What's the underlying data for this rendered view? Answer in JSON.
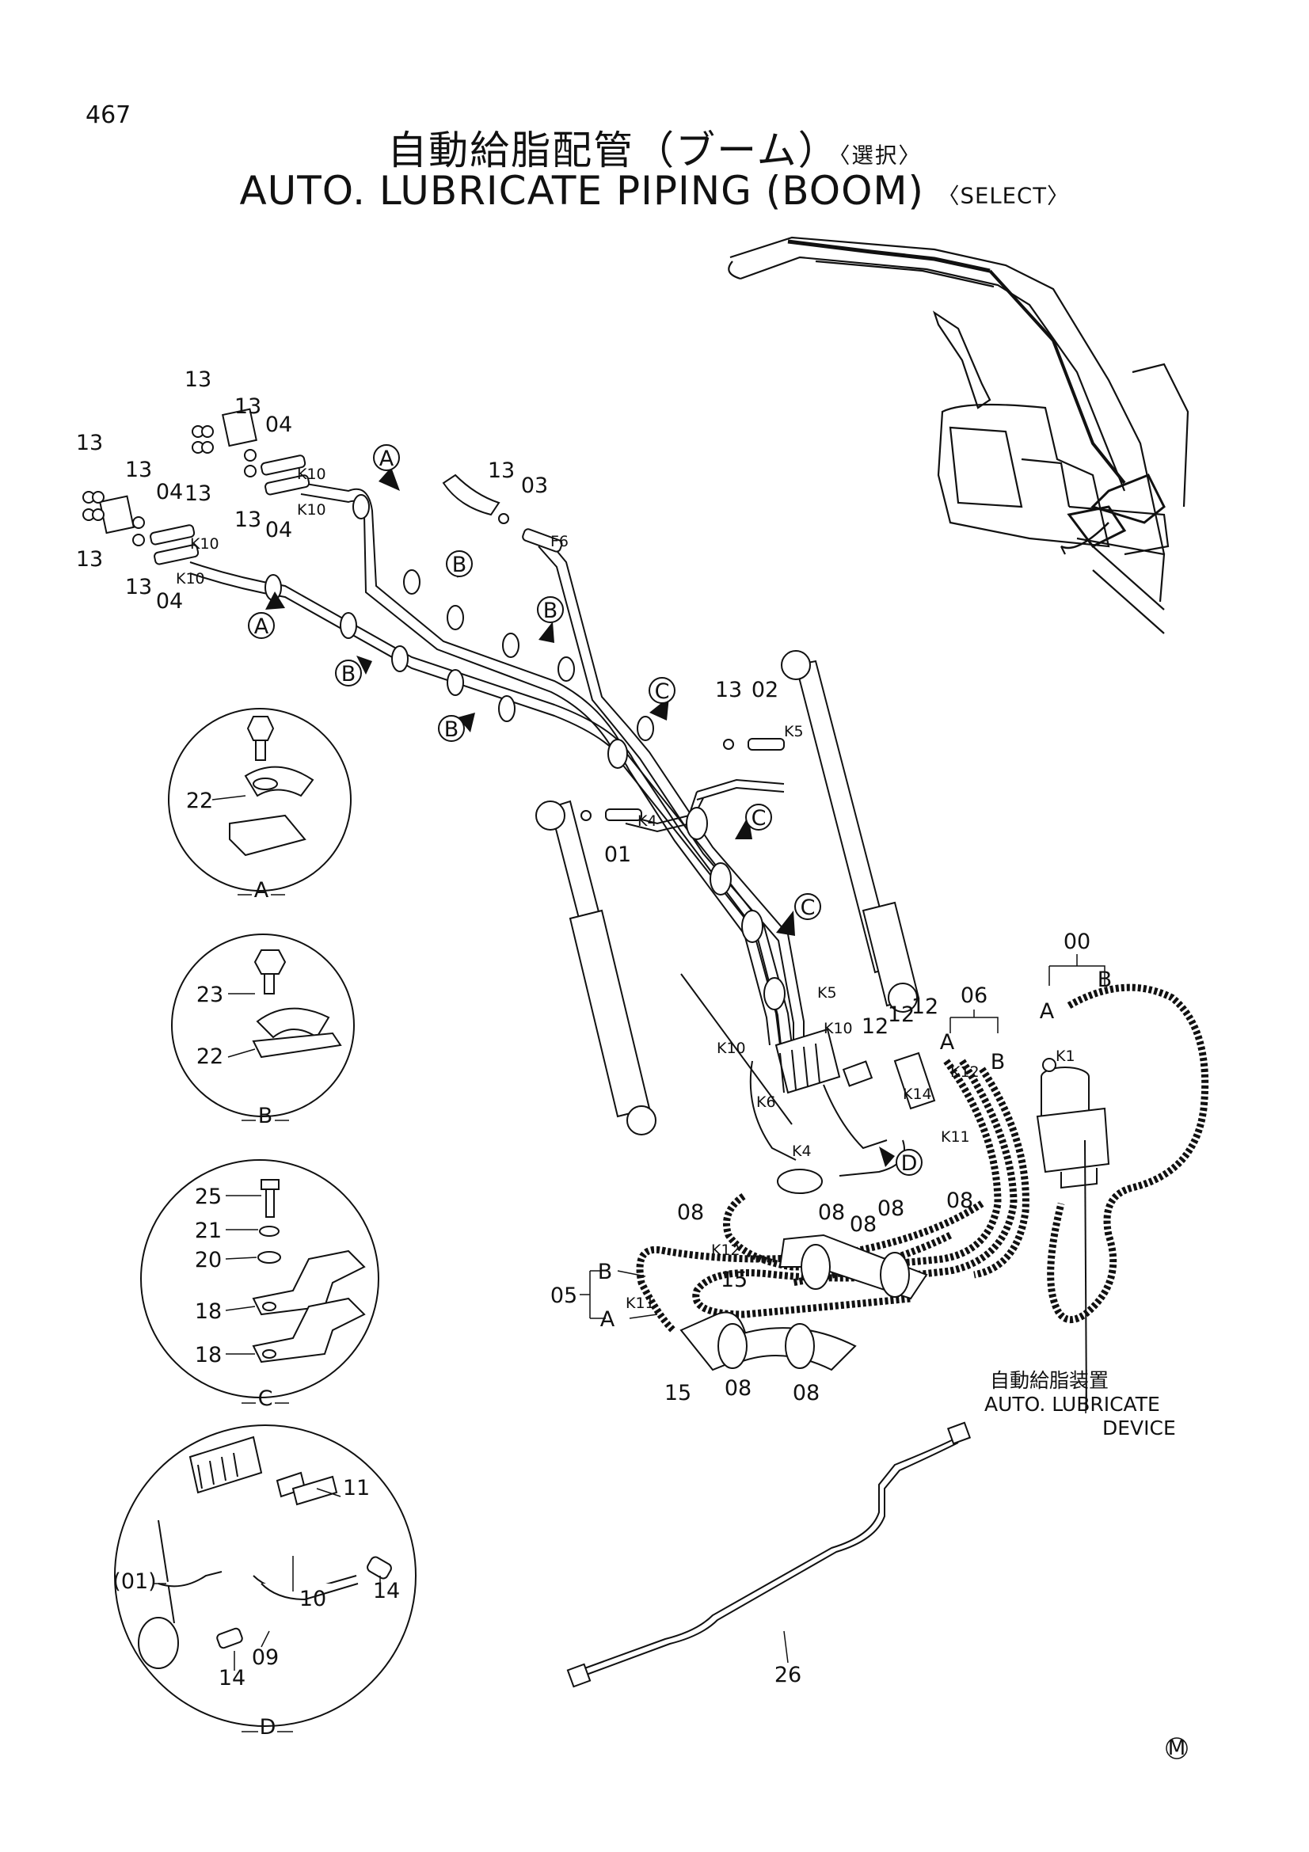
{
  "page_number": "467",
  "title_jp_main": "自動給脂配管（ブーム）",
  "title_jp_select": "〈選択〉",
  "title_en_main": "AUTO. LUBRICATE PIPING (BOOM)",
  "title_en_select": "〈SELECT〉",
  "part_numbers": {
    "p13a": "13",
    "p13b": "13",
    "p13c": "13",
    "p13d": "13",
    "p13e": "13",
    "p13f": "13",
    "p13g": "13",
    "p13h": "13",
    "p13i": "13",
    "p13j": "13",
    "p04a": "04",
    "p04b": "04",
    "p04c": "04",
    "p04d": "04",
    "p03": "03",
    "p02": "02",
    "p01": "01",
    "p00": "00",
    "p05": "05",
    "p06": "06",
    "p08a": "08",
    "p08b": "08",
    "p08c": "08",
    "p08d": "08",
    "p08e": "08",
    "p08f": "08",
    "p08g": "08",
    "p12a": "12",
    "p12b": "12",
    "p12c": "12",
    "p15a": "15",
    "p15b": "15",
    "p22a": "22",
    "p22b": "22",
    "p23": "23",
    "p25": "25",
    "p21": "21",
    "p20": "20",
    "p18a": "18",
    "p18b": "18",
    "p11": "11",
    "p14a": "14",
    "p14b": "14",
    "p01paren": "(01)",
    "p09": "09",
    "p10": "10",
    "p26": "26"
  },
  "connection_labels": {
    "k10a": "K10",
    "k10b": "K10",
    "k10c": "K10",
    "k10d": "K10",
    "k10e": "K10",
    "k10f": "K10",
    "f6": "F6",
    "k5a": "K5",
    "k5b": "K5",
    "k4a": "K4",
    "k4b": "K4",
    "k6": "K6",
    "k12a": "K12",
    "k12b": "K12",
    "k14": "K14",
    "k11a": "K11",
    "k11b": "K11",
    "k1": "K1"
  },
  "callout_letters": {
    "a1": "A",
    "a2": "A",
    "b1": "B",
    "b2": "B",
    "b3": "B",
    "b4": "B",
    "c1": "C",
    "c2": "C",
    "c3": "C",
    "d1": "D"
  },
  "bracket_letters": {
    "a_top": "A",
    "b_top": "B",
    "a_06": "A",
    "b_06": "B",
    "b_05": "B",
    "a_05": "A"
  },
  "detail_labels": {
    "a": "A",
    "b": "B",
    "c": "C",
    "d": "D"
  },
  "device_label_jp": "自動給脂装置",
  "device_label_en_1": "AUTO. LUBRICATE",
  "device_label_en_2": "DEVICE",
  "maker_mark": "M"
}
